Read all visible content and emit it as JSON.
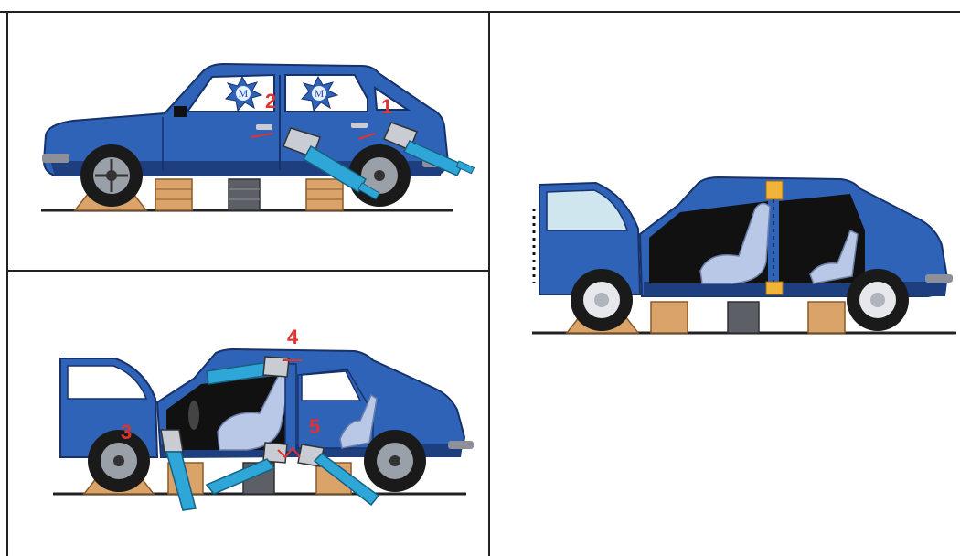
{
  "step_labels": {
    "p1_left": "2",
    "p1_right": "1",
    "p2_pillar": "4",
    "p2_front_door": "3",
    "p2_rear_door": "5"
  },
  "badge_text": "M",
  "colors": {
    "car_body": "#2f63b8",
    "car_shadow": "#1d3f80",
    "window": "#ffffff",
    "label_red": "#e0322e",
    "tool_blue": "#2ea7d8",
    "support_wood": "#d9a36a",
    "support_metal": "#5c5f66",
    "ground": "#222222",
    "seat": "#b9c8e6"
  }
}
